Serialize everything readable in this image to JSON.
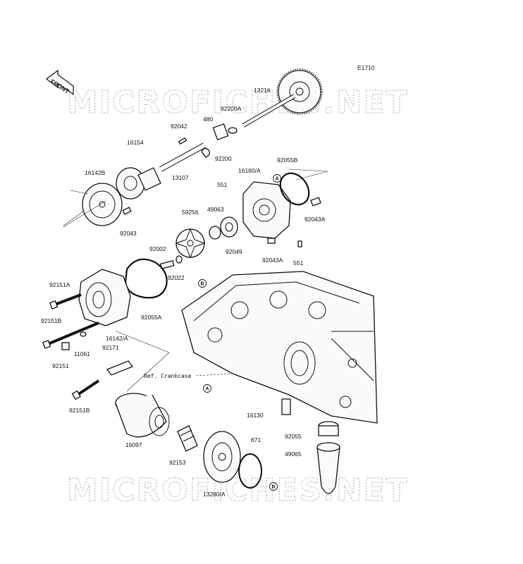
{
  "diagram": {
    "code": "E1710",
    "front_arrow_label": "FRONT",
    "watermark_top": "MICROFICHES.NET",
    "watermark_bottom": "MICROFICHES.NET",
    "ref_label": "Ref. Crankcase",
    "callouts": {
      "a": "A",
      "b": "B"
    }
  },
  "parts": {
    "p13216": "13216",
    "p92200A": "92200A",
    "p480": "480",
    "p92042": "92042",
    "p92200": "92200",
    "p16154": "16154",
    "p13107": "13107",
    "p16142B": "16142B",
    "p92043": "92043",
    "p16160A": "16160/A",
    "p92055B": "92055B",
    "p551a": "551",
    "p49063": "49063",
    "p59256": "59256",
    "p92043A_1": "92043A",
    "p92049": "92049",
    "p92043A_2": "92043A",
    "p551b": "551",
    "p92002": "92002",
    "p92022": "92022",
    "p92151A": "92151A",
    "p92055A": "92055A",
    "p92151B_1": "92151B",
    "p16142A": "16142/A",
    "p92171": "92171",
    "p11061": "11061",
    "p92151": "92151",
    "p92151B_2": "92151B",
    "p16130": "16130",
    "p92055": "92055",
    "p49065": "49065",
    "p671": "671",
    "p16097": "16097",
    "p92153": "92153",
    "p13280A": "13280/A"
  }
}
